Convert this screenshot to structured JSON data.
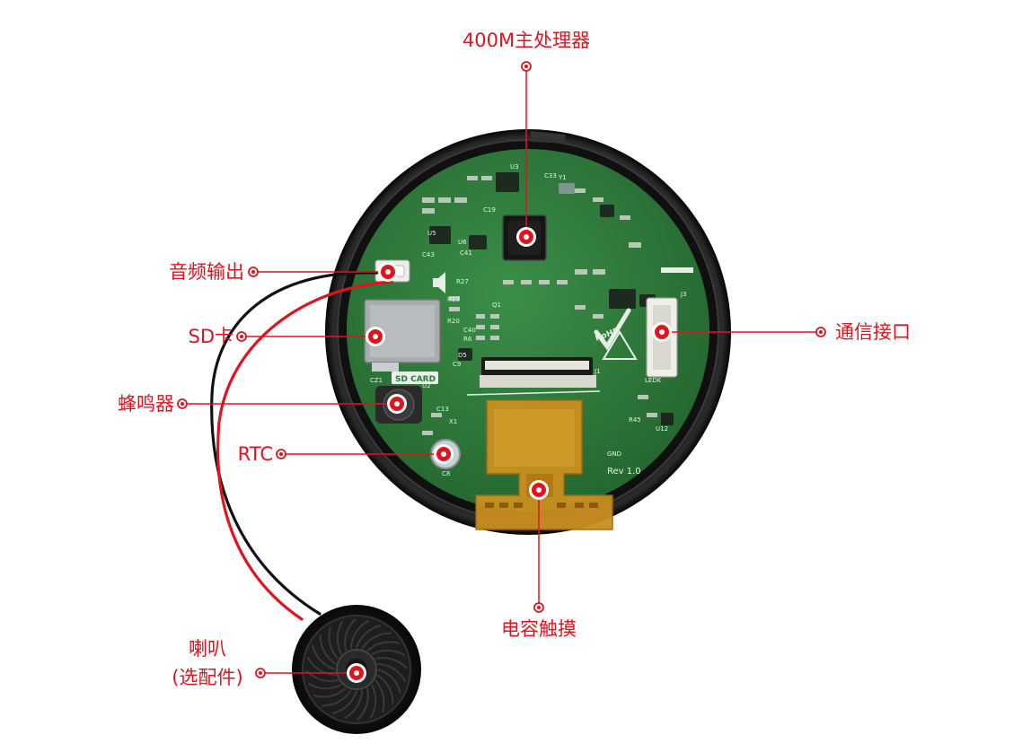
{
  "colors": {
    "accent": "#e0141e",
    "pcb": "#2d7a3a",
    "bezel": "#111111",
    "flex_cable": "#c8901e",
    "wire_red": "#e0141e",
    "wire_black": "#111111"
  },
  "callouts": {
    "processor": "400M主处理器",
    "audio_out": "音频输出",
    "sd_card": "SD卡",
    "buzzer": "蜂鸣器",
    "rtc": "RTC",
    "comm_port": "通信接口",
    "touch": "电容触摸",
    "speaker_line1": "喇叭",
    "speaker_line2": "(选配件)"
  },
  "board_silkscreen": {
    "revision": "Rev 1.0",
    "sd_card": "SD CARD",
    "rohs": "RoHS",
    "designators": [
      "U3",
      "C19",
      "U5",
      "U6",
      "C41",
      "C43",
      "R27",
      "R10",
      "R20",
      "C40",
      "R6",
      "Q1",
      "D5",
      "C9",
      "CZ1",
      "U2",
      "C13",
      "X1",
      "C8",
      "J3",
      "J1",
      "R45",
      "LEDK",
      "U12",
      "GND",
      "C33",
      "Y1"
    ]
  }
}
